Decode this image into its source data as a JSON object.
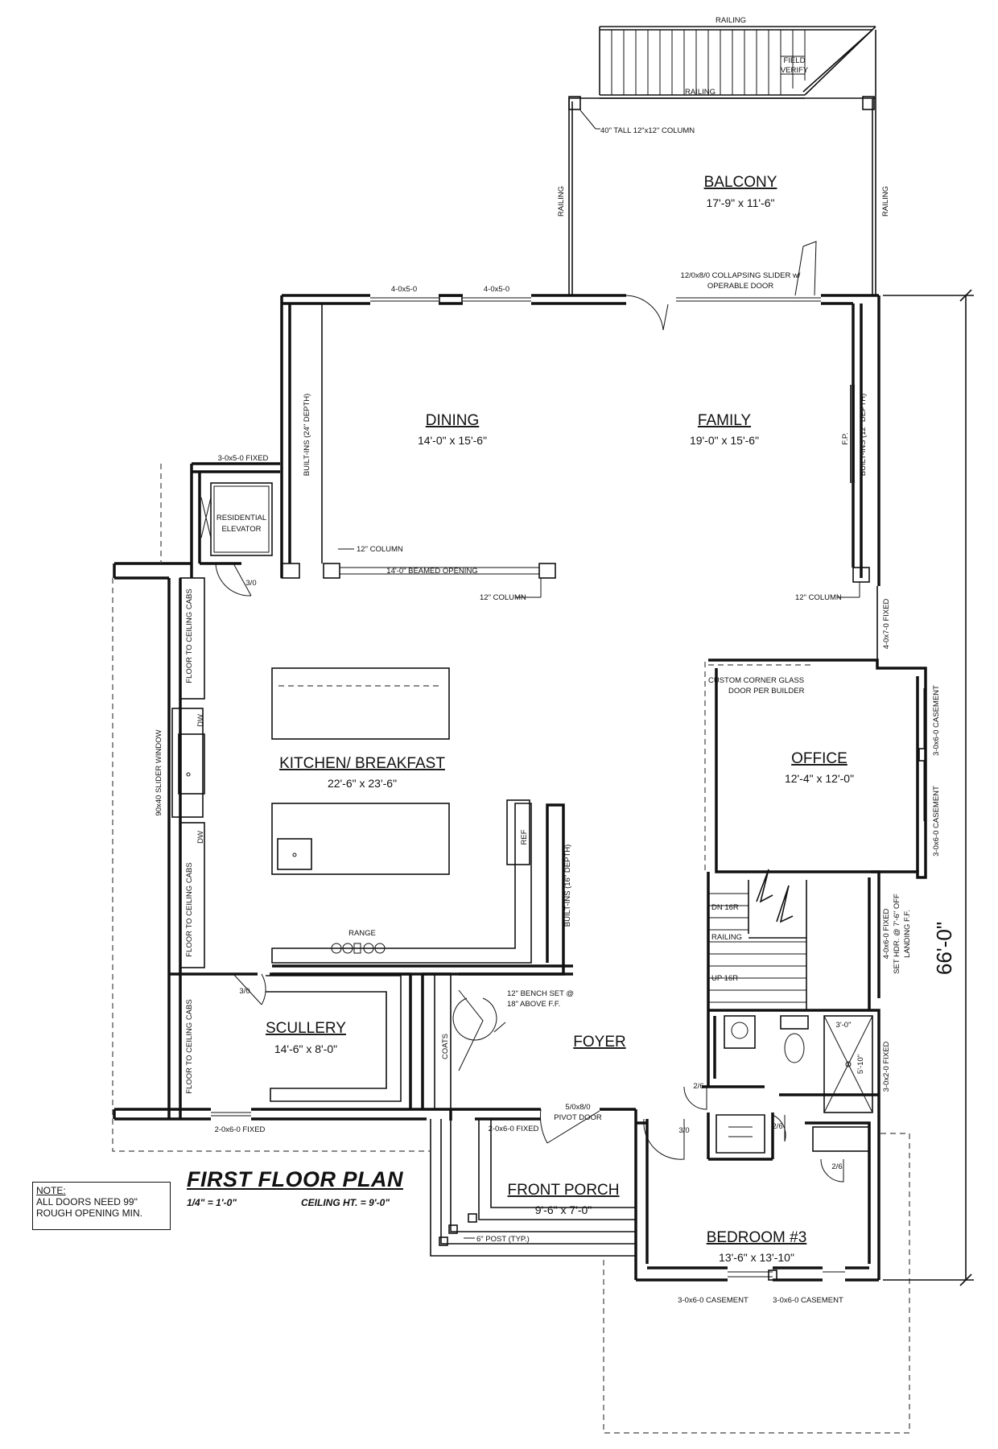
{
  "title": "FIRST FLOOR PLAN",
  "scale": "1/4\" = 1'-0\"",
  "ceiling": "CEILING HT. = 9'-0\"",
  "note": {
    "title": "NOTE:",
    "line1": "ALL DOORS NEED 99\"",
    "line2": "ROUGH OPENING MIN."
  },
  "overall_dimension": "66'-0\"",
  "rooms": {
    "balcony": {
      "name": "BALCONY",
      "dims": "17'-9\" x 11'-6\""
    },
    "dining": {
      "name": "DINING",
      "dims": "14'-0\" x 15'-6\""
    },
    "family": {
      "name": "FAMILY",
      "dims": "19'-0\" x 15'-6\""
    },
    "kitchen": {
      "name": "KITCHEN/ BREAKFAST",
      "dims": "22'-6\" x 23'-6\""
    },
    "office": {
      "name": "OFFICE",
      "dims": "12'-4\" x 12'-0\""
    },
    "scullery": {
      "name": "SCULLERY",
      "dims": "14'-6\" x 8'-0\""
    },
    "foyer": {
      "name": "FOYER"
    },
    "front_porch": {
      "name": "FRONT PORCH",
      "dims": "9'-6\" x 7'-0\""
    },
    "bedroom3": {
      "name": "BEDROOM #3",
      "dims": "13'-6\" x 13'-10\""
    }
  },
  "labels": {
    "railing_top": "RAILING",
    "railing_mid": "RAILING",
    "railing_left": "RAILING",
    "railing_right": "RAILING",
    "field": "FIELD",
    "verify": "VERIFY",
    "column_40": "40\" TALL 12\"x12\" COLUMN",
    "slider1": "12/0x8/0 COLLAPSING SLIDER w/",
    "slider2": "OPERABLE DOOR",
    "win_4x5_a": "4-0x5-0",
    "win_4x5_b": "4-0x5-0",
    "builtins_24": "BUILT-INS (24\" DEPTH)",
    "builtins_12": "BUILT-INS (12\" DEPTH)",
    "fp": "F.P.",
    "win_3x5_fixed": "3-0x5-0 FIXED",
    "elevator1": "RESIDENTIAL",
    "elevator2": "ELEVATOR",
    "column_a": "12\" COLUMN",
    "column_b": "12\" COLUMN",
    "column_c": "12\" COLUMN",
    "beamed": "14'-0\" BEAMED OPENING",
    "door_30_a": "3/0",
    "door_30_b": "3/0",
    "door_30_c": "3/0",
    "win_4x7": "4-0x7-0 FIXED",
    "corner_glass1": "CUSTOM CORNER GLASS",
    "corner_glass2": "DOOR PER BUILDER",
    "casement_a": "3-0x6-0 CASEMENT",
    "casement_b": "3-0x6-0 CASEMENT",
    "casement_c": "3-0x6-0 CASEMENT",
    "casement_d": "3-0x6-0 CASEMENT",
    "floor_cabs_a": "FLOOR TO CEILING CABS",
    "floor_cabs_b": "FLOOR TO CEILING CABS",
    "floor_cabs_c": "FLOOR TO CEILING CABS",
    "dw_a": "DW",
    "dw_b": "DW",
    "slider_window": "90x40 SLIDER WINDOW",
    "ref": "REF",
    "builtins_16": "BUILT-INS (16\" DEPTH)",
    "range": "RANGE",
    "dn": "DN 16R",
    "up": "UP 16R",
    "railing_stair": "RAILING",
    "win_4x6_fixed": "4-0x6-0 FIXED",
    "set_hdr1": "SET HDR. @ 7'-6\" OFF",
    "set_hdr2": "LANDING F.F.",
    "bench1": "12\" BENCH SET @",
    "bench2": "18\" ABOVE F.F.",
    "coats": "COATS",
    "shower_w": "3'-0\"",
    "shower_h": "5'-10\"",
    "win_3x2_fixed": "3-0x2-0 FIXED",
    "door_26_a": "2/6",
    "door_26_b": "2/6",
    "door_26_c": "2/6",
    "pivot1": "5/0x8/0",
    "pivot2": "PIVOT DOOR",
    "win_2x6_a": "2-0x6-0 FIXED",
    "win_2x6_b": "2-0x6-0 FIXED",
    "post": "6\" POST (TYP.)"
  }
}
